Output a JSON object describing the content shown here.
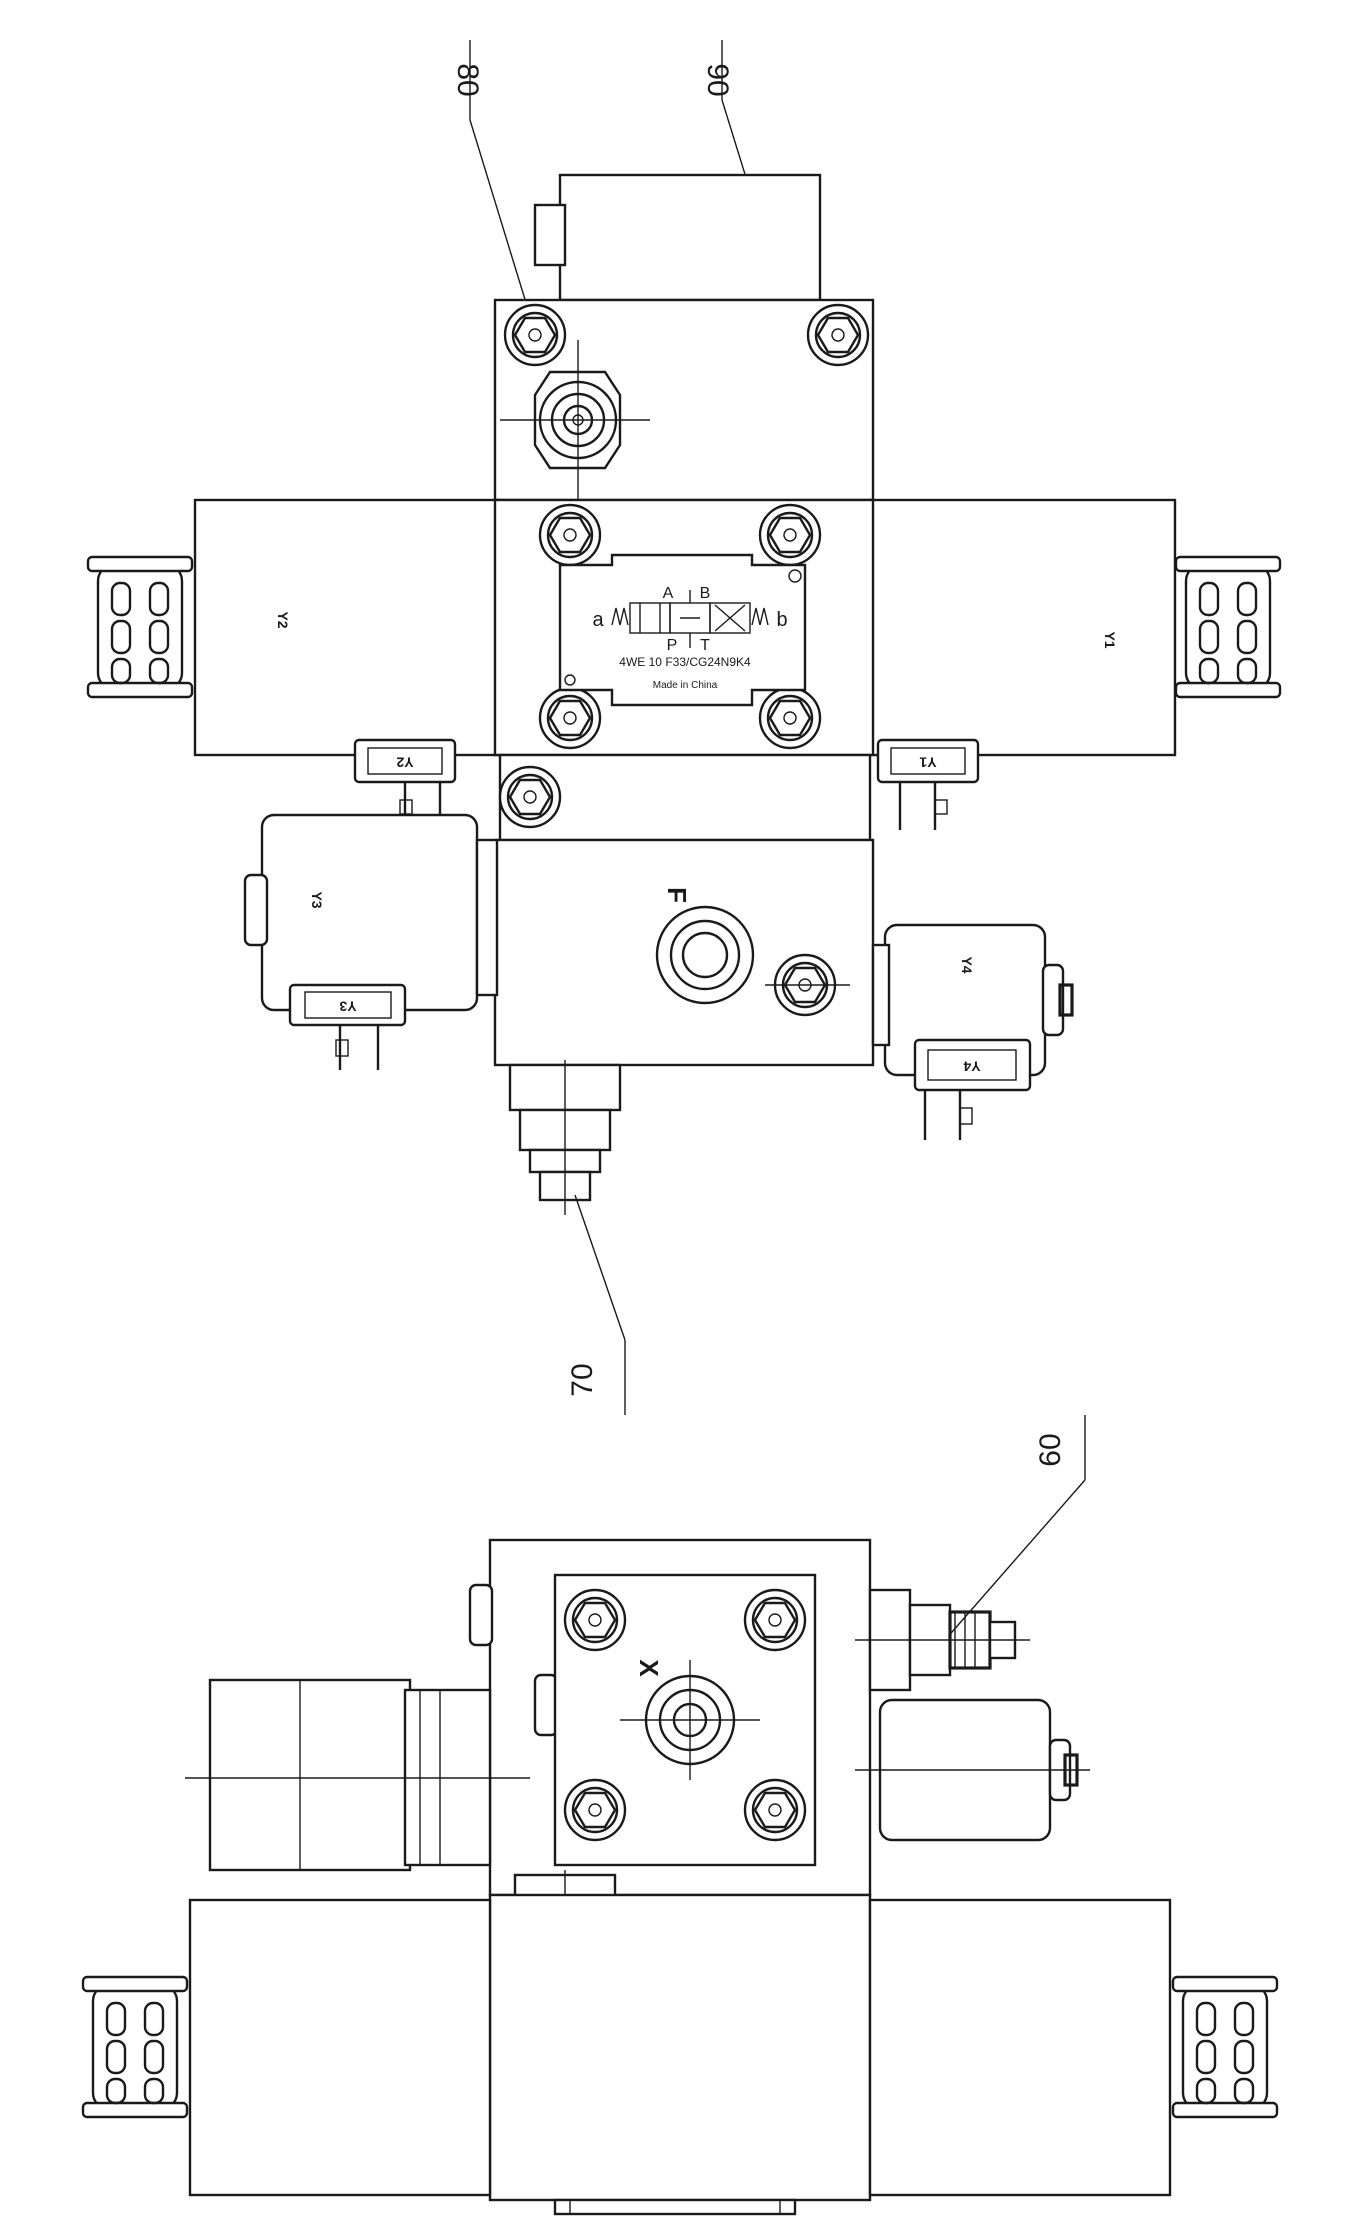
{
  "callouts": {
    "c80": "80",
    "c90": "90",
    "c70": "70",
    "c60": "60"
  },
  "ports": {
    "F": "F",
    "X": "X"
  },
  "coils": {
    "y1": "Y1",
    "y2": "Y2",
    "y3": "Y3",
    "y4": "Y4"
  },
  "valve_plate": {
    "port_a": "A",
    "port_b": "B",
    "port_p": "P",
    "port_t": "T",
    "side_a": "a",
    "side_b": "b",
    "model": "4WE 10 F33/CG24N9K4",
    "origin": "Made in China"
  }
}
